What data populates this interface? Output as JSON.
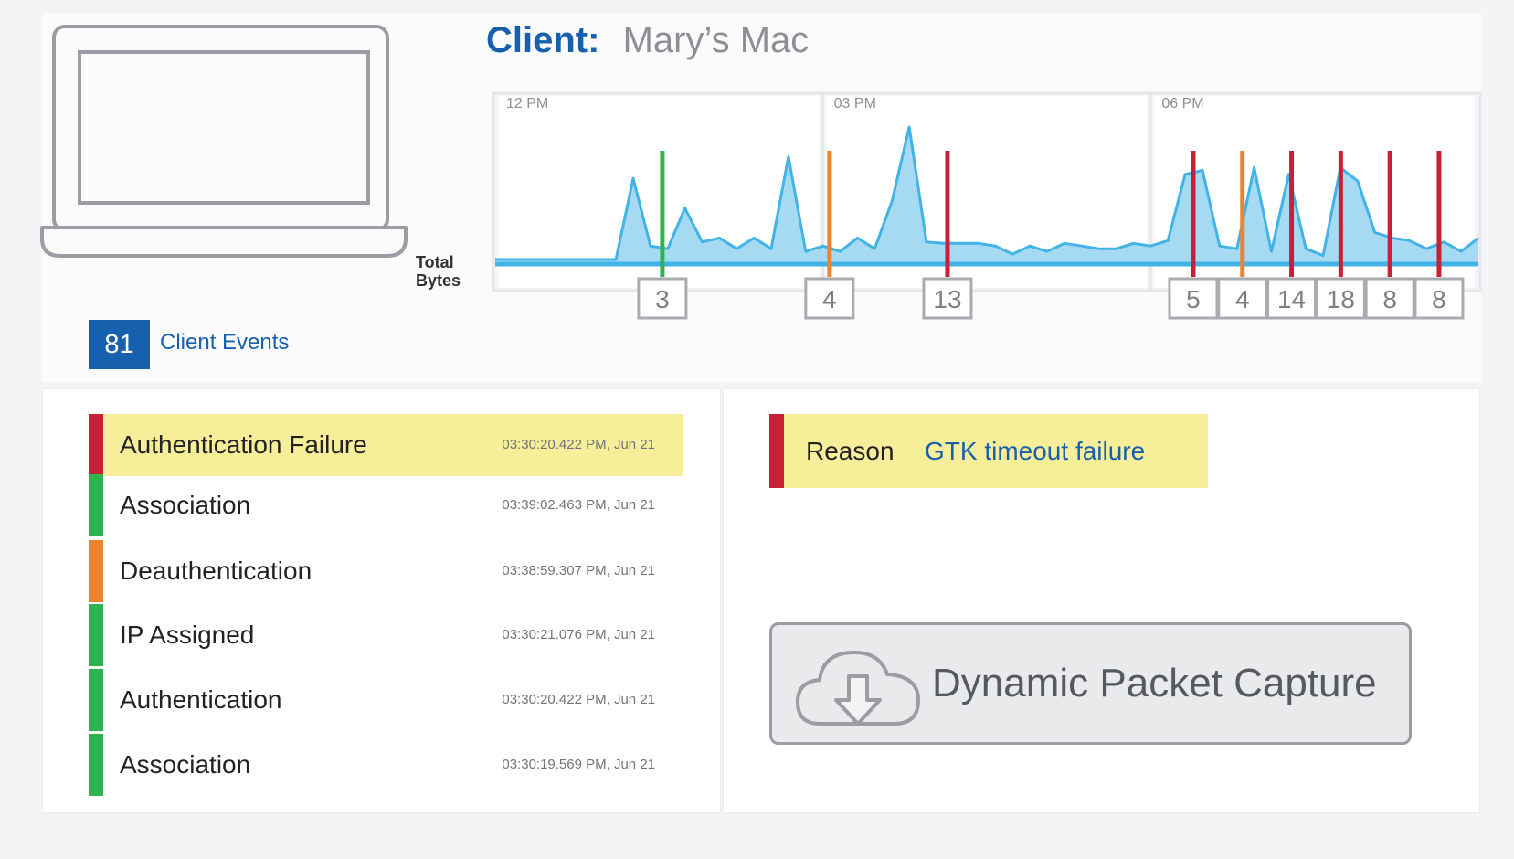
{
  "client": {
    "label": "Client:",
    "name": "Mary’s Mac"
  },
  "summary": {
    "count": "81",
    "label": "Client Events"
  },
  "chart_data": {
    "type": "area",
    "title": "",
    "ylabel": [
      "Total",
      "Bytes"
    ],
    "x_ticks": [
      "12 PM",
      "03 PM",
      "06 PM"
    ],
    "series": [
      {
        "values": [
          0.02,
          0.02,
          0.02,
          0.02,
          0.02,
          0.02,
          0.02,
          0.02,
          0.62,
          0.12,
          0.1,
          0.4,
          0.15,
          0.18,
          0.1,
          0.18,
          0.1,
          0.78,
          0.08,
          0.12,
          0.08,
          0.18,
          0.1,
          0.45,
          1.0,
          0.15,
          0.14,
          0.14,
          0.14,
          0.12,
          0.06,
          0.12,
          0.08,
          0.14,
          0.12,
          0.1,
          0.1,
          0.14,
          0.12,
          0.16,
          0.65,
          0.68,
          0.12,
          0.1,
          0.7,
          0.08,
          0.65,
          0.1,
          0.05,
          0.7,
          0.6,
          0.22,
          0.18,
          0.16,
          0.1,
          0.15,
          0.08,
          0.18
        ]
      }
    ],
    "markers": [
      {
        "label": "3",
        "position": 0.17,
        "color": "#2fb34e"
      },
      {
        "label": "4",
        "position": 0.34,
        "color": "#ea8431"
      },
      {
        "label": "13",
        "position": 0.46,
        "color": "#c9203a"
      },
      {
        "label": "5",
        "position": 0.71,
        "color": "#c9203a"
      },
      {
        "label": "4",
        "position": 0.76,
        "color": "#ea8431"
      },
      {
        "label": "14",
        "position": 0.81,
        "color": "#c9203a"
      },
      {
        "label": "18",
        "position": 0.86,
        "color": "#c9203a"
      },
      {
        "label": "8",
        "position": 0.91,
        "color": "#c9203a"
      },
      {
        "label": "8",
        "position": 0.96,
        "color": "#c9203a"
      }
    ],
    "colors": {
      "line": "#41b3e6",
      "fill": "#a5daf2"
    }
  },
  "events": [
    {
      "name": "Authentication Failure",
      "time": "03:30:20.422 PM, Jun 21",
      "color": "#c9203a",
      "selected": true
    },
    {
      "name": "Association",
      "time": "03:39:02.463 PM, Jun 21",
      "color": "#2fb34e",
      "selected": false
    },
    {
      "name": "Deauthentication",
      "time": "03:38:59.307 PM, Jun 21",
      "color": "#ea8431",
      "selected": false
    },
    {
      "name": "IP Assigned",
      "time": "03:30:21.076 PM, Jun 21",
      "color": "#2fb34e",
      "selected": false
    },
    {
      "name": "Authentication",
      "time": "03:30:20.422 PM, Jun 21",
      "color": "#2fb34e",
      "selected": false
    },
    {
      "name": "Association",
      "time": "03:30:19.569 PM, Jun 21",
      "color": "#2fb34e",
      "selected": false
    }
  ],
  "detail": {
    "key": "Reason",
    "value": "GTK timeout failure"
  },
  "capture_button": {
    "label": "Dynamic Packet Capture",
    "icon": "cloud-download-icon"
  }
}
